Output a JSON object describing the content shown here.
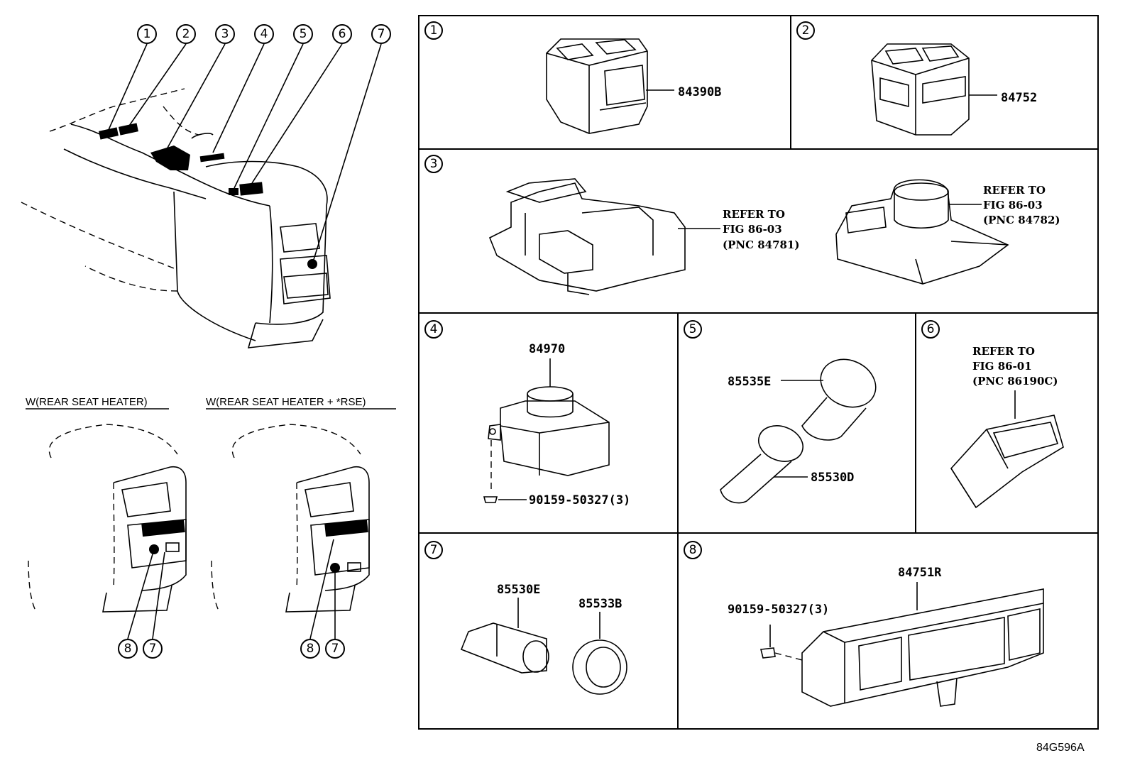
{
  "overview_callouts": [
    "1",
    "2",
    "3",
    "4",
    "5",
    "6",
    "7"
  ],
  "lower_callouts": {
    "left": [
      "8",
      "7"
    ],
    "right": [
      "8",
      "7"
    ]
  },
  "conditions": {
    "left": "W(REAR SEAT HEATER)",
    "right": "W(REAR SEAT HEATER + *RSE)"
  },
  "panels": [
    {
      "num": "1",
      "parts": [
        "84390B"
      ]
    },
    {
      "num": "2",
      "parts": [
        "84752"
      ]
    },
    {
      "num": "3",
      "refs": [
        {
          "line1": "REFER TO",
          "line2": "FIG 86-03",
          "line3": "(PNC 84781)"
        },
        {
          "line1": "REFER TO",
          "line2": "FIG 86-03",
          "line3": "(PNC 84782)"
        }
      ]
    },
    {
      "num": "4",
      "parts": [
        "84970",
        "90159-50327(3)"
      ]
    },
    {
      "num": "5",
      "parts": [
        "85535E",
        "85530D"
      ]
    },
    {
      "num": "6",
      "refs": [
        {
          "line1": "REFER TO",
          "line2": "FIG 86-01",
          "line3": "(PNC 86190C)"
        }
      ]
    },
    {
      "num": "7",
      "parts": [
        "85530E",
        "85533B"
      ]
    },
    {
      "num": "8",
      "parts": [
        "84751R",
        "90159-50327(3)"
      ]
    }
  ],
  "drawing_id": "84G596A"
}
